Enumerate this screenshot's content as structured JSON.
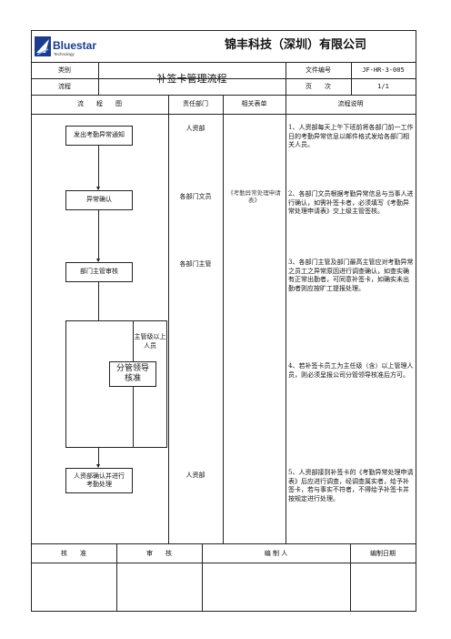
{
  "header": {
    "brand_name": "Bluestar",
    "brand_sub": "Technology",
    "company_name": "锦丰科技（深圳）有限公司",
    "type_label": "类别",
    "process_label": "流程",
    "doc_title": "补签卡管理流程",
    "doc_no_label": "文件编号",
    "doc_no_value": "JF-HR-3-005",
    "page_label": "页　　次",
    "page_value": "1/1"
  },
  "columns": {
    "flowchart": "流　　程　　图",
    "dept": "责任部门",
    "form": "相关表单",
    "desc": "流程说明"
  },
  "flow": {
    "step1": "发出考勤异常通知",
    "step2": "异常确认",
    "step3": "部门主管审核",
    "condition": "主管级以上人员",
    "step4_line1": "分管领导",
    "step4_line2": "核准",
    "step5_line1": "人资部确认并进行",
    "step5_line2": "考勤处理"
  },
  "depts": {
    "d1": "人资部",
    "d2": "各部门文员",
    "d3": "各部门主管",
    "d4": "人资部"
  },
  "form_text": "《考勤异常处理申请表》",
  "descriptions": {
    "p1": "1、人资部每天上午下班前将各部门前一工作日的考勤异常信息以邮件格式发给各部门相关人员。",
    "p2": "2、各部门文员根据考勤异常信息与当事人进行确认，如需补签卡者，必须填写《考勤异常处理申请表》交上级主管签核。",
    "p3": "3、各部门主管及部门最高主管应对考勤异常之员工之异常原因进行调查确认，如查实确有正常出勤者，可同意补签卡，如确实未出勤者则应按旷工提报处理。",
    "p4": "4、若补签卡员工为主任级（含）以上管理人员，则必须呈报公司分管领导核准后方可。",
    "p5": "5、人资部接到补签卡的《考勤异常处理申请表》后应进行调查，经调查属实者，给予补签卡，若与事实不符者，不得给予补签卡并按规定进行处理。"
  },
  "footer": {
    "approve": "核　　准",
    "review": "审　　核",
    "author": "编 制 人",
    "date": "编制日期"
  }
}
